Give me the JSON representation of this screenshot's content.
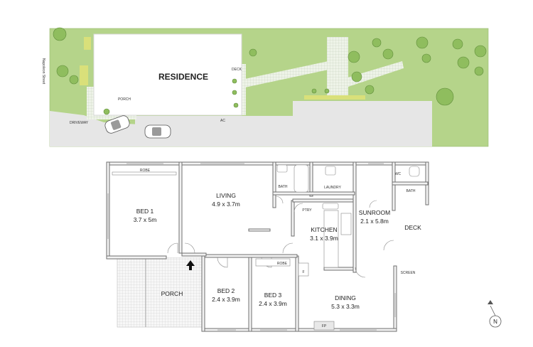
{
  "site_plan": {
    "street_label": "Napoleon Street",
    "residence_label": "RESIDENCE",
    "porch_label": "PORCH",
    "deck_label": "DECK",
    "driveway_label": "DRIVEWAY",
    "ac_label": "AC",
    "colors": {
      "lawn": "#b5d48a",
      "paving": "#e3e3e3",
      "house": "#ffffff",
      "tree": "#7fae52",
      "hedge": "#d9e07a"
    }
  },
  "floor_plan": {
    "rooms": [
      {
        "key": "bed1",
        "name": "BED 1",
        "dim": "3.7 x 5m"
      },
      {
        "key": "living",
        "name": "LIVING",
        "dim": "4.9 x 3.7m"
      },
      {
        "key": "kitchen",
        "name": "KITCHEN",
        "dim": "3.1 x 3.9m"
      },
      {
        "key": "sunroom",
        "name": "SUNROOM",
        "dim": "2.1 x 5.8m"
      },
      {
        "key": "bed2",
        "name": "BED 2",
        "dim": "2.4 x 3.9m"
      },
      {
        "key": "bed3",
        "name": "BED 3",
        "dim": "2.4 x 3.9m"
      },
      {
        "key": "dining",
        "name": "DINING",
        "dim": "5.3 x 3.3m"
      }
    ],
    "labels": {
      "porch": "PORCH",
      "deck": "DECK",
      "bath1": "BATH",
      "bath2": "BATH",
      "laundry": "LAUNDRY",
      "wc": "WC",
      "robe1": "ROBE",
      "robe2": "ROBE",
      "pantry": "PTRY",
      "fridge": "F",
      "fireplace": "FP",
      "screen": "SCREEN"
    },
    "compass": "N",
    "colors": {
      "wall": "#6f6f6f",
      "wall_fill": "#f4f4f4",
      "porch_hatch": "#c9c9c9",
      "floor": "#ffffff"
    }
  }
}
